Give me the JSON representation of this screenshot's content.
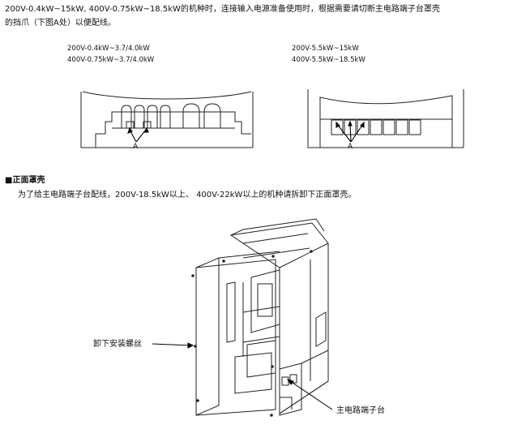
{
  "intro": {
    "line1": "200V-0.4kW~15kW, 400V-0.75kW~18.5kW的机种时，连接输入电源准备使用时，根据需要请切断主电路端子台罩壳",
    "line2": "的挡爪（下图A处）以便配线。"
  },
  "diagram_left": {
    "model_line1": "200V-0.4kW~3.7/4.0kW",
    "model_line2": "400V-0.75kW~3.7/4.0kW",
    "callout": "A"
  },
  "diagram_right": {
    "model_line1": "200V-5.5kW~15kW",
    "model_line2": "400V-5.5kW~18.5kW",
    "callout": "A"
  },
  "section": {
    "marker": "■",
    "title": "正面罩壳",
    "body": "为了给主电路端子台配线，200V-18.5kW以上、 400V-22kW以上的机种请拆卸下正面罩壳。"
  },
  "illustration": {
    "label_screws": "卸下安装螺丝",
    "label_terminal": "主电路端子台"
  }
}
